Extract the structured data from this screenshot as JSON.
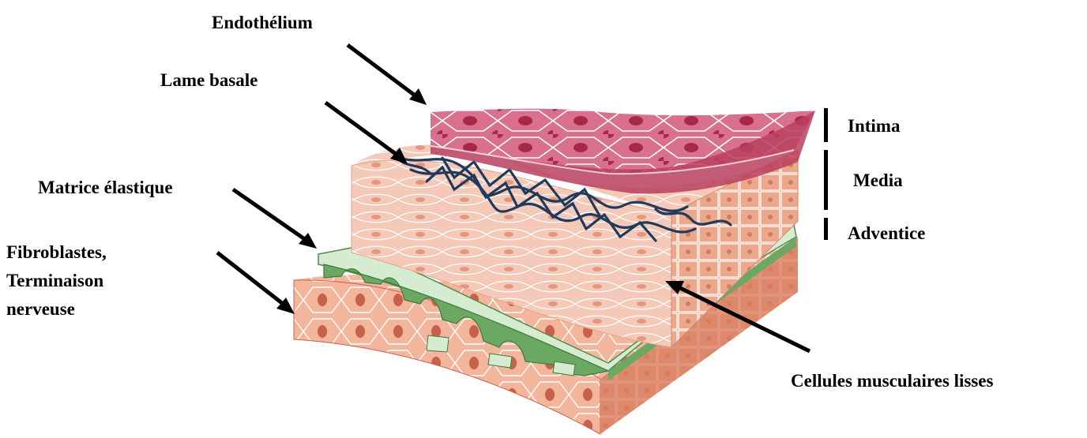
{
  "labels": {
    "endothelium": "Endothélium",
    "lame_basale": "Lame basale",
    "matrice_elastique": "Matrice élastique",
    "fibroblastes_line1": "Fibroblastes,",
    "fibroblastes_line2": "Terminaison",
    "fibroblastes_line3": "nerveuse",
    "cellules_musculaires": "Cellules musculaires lisses"
  },
  "layers": {
    "intima": "Intima",
    "media": "Media",
    "adventice": "Adventice"
  },
  "colors": {
    "endothelium_top": "#d8708e",
    "endothelium_side": "#b8405e",
    "endothelium_nucleus": "#a82848",
    "media_top": "#f4c9b8",
    "media_side": "#eaa88c",
    "media_nucleus": "#e4977a",
    "lamina_fibers": "#1f3a5c",
    "elastic_top": "#d6ecd0",
    "elastic_side": "#6aa864",
    "adventitia_top": "#f3b59c",
    "adventitia_side": "#d87c60",
    "adventitia_nucleus": "#c9604a",
    "cell_borders": "#ffffff"
  }
}
